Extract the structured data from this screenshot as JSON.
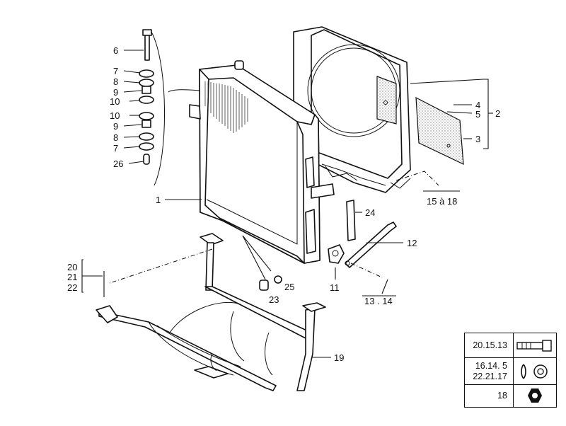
{
  "callouts": {
    "c1": "1",
    "c2": "2",
    "c3": "3",
    "c4": "4",
    "c5": "5",
    "c6": "6",
    "c7a": "7",
    "c7b": "7",
    "c8a": "8",
    "c8b": "8",
    "c9a": "9",
    "c9b": "9",
    "c10a": "10",
    "c10b": "10",
    "c11": "11",
    "c12": "12",
    "c13_14": "13 . 14",
    "c15_18": "15 à 18",
    "c19": "19",
    "c20": "20",
    "c21": "21",
    "c22": "22",
    "c23": "23",
    "c24": "24",
    "c25": "25",
    "c26": "26"
  },
  "legend": {
    "row1": "20.15.13",
    "row2_line1": "16.14. 5",
    "row2_line2": "22.21.17",
    "row3": "18",
    "icons": [
      "bolt-icon",
      "washer-icon",
      "nut-icon"
    ]
  }
}
